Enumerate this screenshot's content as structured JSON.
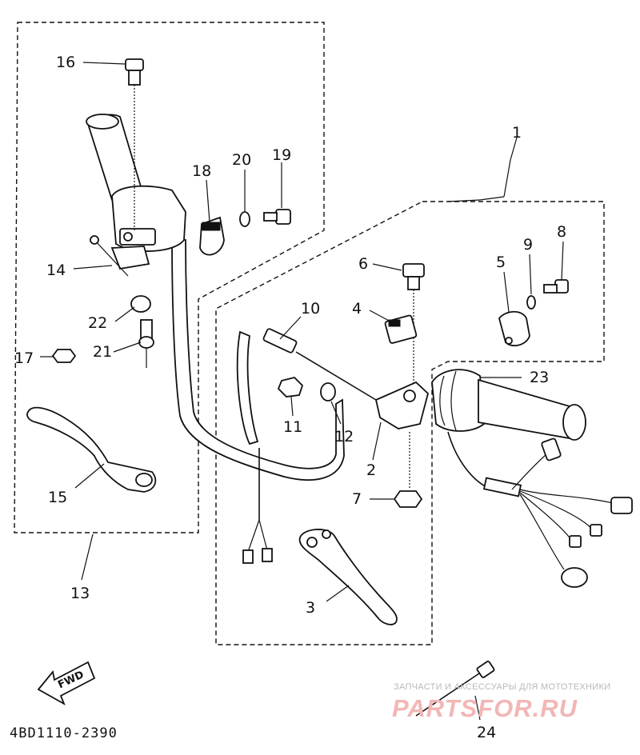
{
  "diagram": {
    "part_labels": {
      "p1": "1",
      "p2": "2",
      "p3": "3",
      "p4": "4",
      "p5": "5",
      "p6": "6",
      "p7": "7",
      "p8": "8",
      "p9": "9",
      "p10": "10",
      "p11": "11",
      "p12": "12",
      "p13": "13",
      "p14": "14",
      "p15": "15",
      "p16": "16",
      "p17": "17",
      "p18": "18",
      "p19": "19",
      "p20": "20",
      "p21": "21",
      "p22": "22",
      "p23": "23",
      "p24": "24"
    },
    "drawing_code": "4BD1110-2390",
    "fwd_label": "FWD"
  },
  "watermark": {
    "line1": "ЗАПЧАСТИ И АКСЕССУАРЫ ДЛЯ МОТОТЕХНИКИ",
    "logo_text": "PARTSFOR.RU"
  }
}
